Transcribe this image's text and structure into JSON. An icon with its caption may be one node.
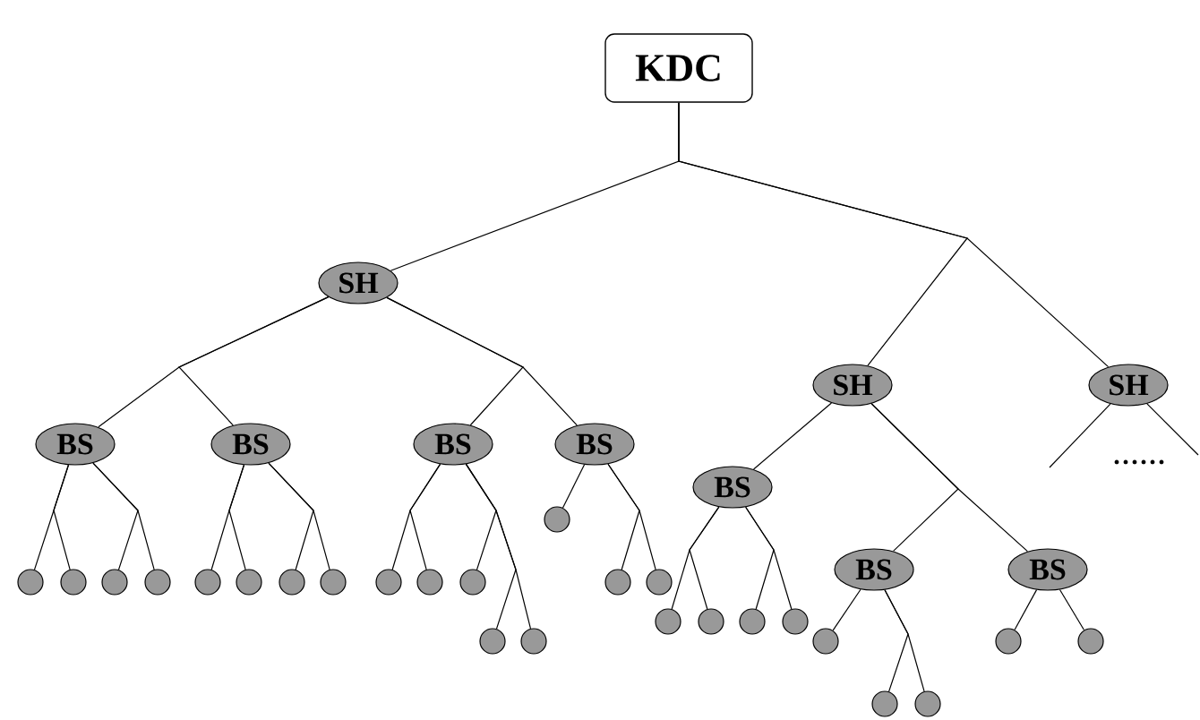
{
  "diagram": {
    "nodes": [
      {
        "text": [
          "KDC"
        ]
      },
      {
        "text": [
          "SH"
        ]
      },
      {
        "text": [
          "SH"
        ]
      },
      {
        "text": [
          "SH"
        ]
      },
      {
        "text": [
          "BS"
        ]
      },
      {
        "text": [
          "BS"
        ]
      },
      {
        "text": [
          "BS"
        ]
      },
      {
        "text": [
          "BS"
        ]
      },
      {
        "text": [
          "BS"
        ]
      },
      {
        "text": [
          "BS"
        ]
      },
      {
        "text": [
          "BS"
        ]
      },
      {
        "text": [],
        "shape": "circle"
      },
      {
        "text": [],
        "shape": "circle"
      },
      {
        "text": [],
        "shape": "circle"
      },
      {
        "text": [],
        "shape": "circle"
      },
      {
        "text": [],
        "shape": "circle"
      },
      {
        "text": [],
        "shape": "circle"
      },
      {
        "text": [],
        "shape": "circle"
      },
      {
        "text": [],
        "shape": "circle"
      },
      {
        "text": [],
        "shape": "circle"
      },
      {
        "text": [],
        "shape": "circle"
      },
      {
        "text": [],
        "shape": "circle"
      },
      {
        "text": [],
        "shape": "circle"
      },
      {
        "text": [],
        "shape": "circle"
      },
      {
        "text": [],
        "shape": "circle"
      },
      {
        "text": [],
        "shape": "circle"
      },
      {
        "text": [],
        "shape": "circle"
      },
      {
        "text": [],
        "shape": "circle"
      },
      {
        "text": [],
        "shape": "circle"
      },
      {
        "text": [],
        "shape": "circle"
      },
      {
        "text": [],
        "shape": "circle"
      },
      {
        "text": [],
        "shape": "circle"
      },
      {
        "text": [],
        "shape": "circle"
      },
      {
        "text": [],
        "shape": "circle"
      },
      {
        "text": [],
        "shape": "circle"
      },
      {
        "text": [],
        "shape": "circle"
      }
    ],
    "edges": [
      {
        "from": 0,
        "to": 1,
        "arrow": "none"
      },
      {
        "from": 0,
        "to": 2,
        "arrow": "none"
      },
      {
        "from": 0,
        "to": 3,
        "arrow": "none"
      },
      {
        "from": 1,
        "to": 4,
        "arrow": "none"
      },
      {
        "from": 1,
        "to": 5,
        "arrow": "none"
      },
      {
        "from": 1,
        "to": 6,
        "arrow": "none"
      },
      {
        "from": 1,
        "to": 7,
        "arrow": "none"
      },
      {
        "from": 2,
        "to": 8,
        "arrow": "none"
      },
      {
        "from": 2,
        "to": 9,
        "arrow": "none"
      },
      {
        "from": 2,
        "to": 10,
        "arrow": "none"
      },
      {
        "from": 3,
        "to": null,
        "arrow": "none"
      },
      {
        "from": 3,
        "to": null,
        "arrow": "none"
      },
      {
        "from": 4,
        "to": 11,
        "arrow": "none"
      },
      {
        "from": 4,
        "to": 12,
        "arrow": "none"
      },
      {
        "from": 4,
        "to": 13,
        "arrow": "none"
      },
      {
        "from": 4,
        "to": 14,
        "arrow": "none"
      },
      {
        "from": 5,
        "to": 15,
        "arrow": "none"
      },
      {
        "from": 5,
        "to": 16,
        "arrow": "none"
      },
      {
        "from": 5,
        "to": 17,
        "arrow": "none"
      },
      {
        "from": 5,
        "to": 18,
        "arrow": "none"
      },
      {
        "from": 6,
        "to": 19,
        "arrow": "none"
      },
      {
        "from": 6,
        "to": 20,
        "arrow": "none"
      },
      {
        "from": 6,
        "to": 21,
        "arrow": "none"
      },
      {
        "from": 6,
        "to": 22,
        "arrow": "none"
      },
      {
        "from": 6,
        "to": 23,
        "arrow": "none"
      },
      {
        "from": 7,
        "to": 24,
        "arrow": "none"
      },
      {
        "from": 7,
        "to": 25,
        "arrow": "none"
      },
      {
        "from": 7,
        "to": 26,
        "arrow": "none"
      },
      {
        "from": 8,
        "to": 27,
        "arrow": "none"
      },
      {
        "from": 8,
        "to": 28,
        "arrow": "none"
      },
      {
        "from": 8,
        "to": 29,
        "arrow": "none"
      },
      {
        "from": 8,
        "to": 30,
        "arrow": "none"
      },
      {
        "from": 9,
        "to": 31,
        "arrow": "none"
      },
      {
        "from": 9,
        "to": 32,
        "arrow": "none"
      },
      {
        "from": 9,
        "to": 33,
        "arrow": "none"
      },
      {
        "from": 10,
        "to": 34,
        "arrow": "none"
      },
      {
        "from": 10,
        "to": 35,
        "arrow": "none"
      }
    ],
    "labels": [
      "......"
    ]
  }
}
